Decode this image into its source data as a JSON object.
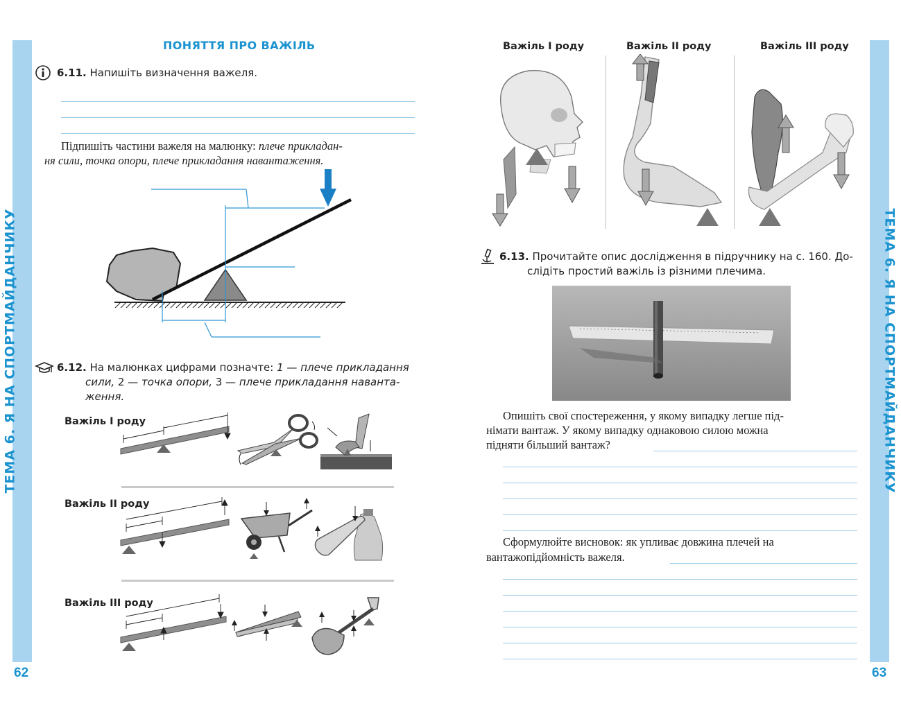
{
  "left_page": {
    "section_title": "ПОНЯТТЯ ПРО ВАЖІЛЬ",
    "side_tab": "ТЕМА 6. Я НА СПОРТМАЙДАНЧИКУ",
    "page_number": "62",
    "task_611": {
      "number": "6.11.",
      "text": "Напишіть визначення важеля."
    },
    "label_parts": {
      "line1_plain": "Підпишіть частини важеля на малюнку: ",
      "line1_italic": "плече прикладан-",
      "line2_italic": "ня сили, точка опори, плече прикладання навантаження."
    },
    "task_612": {
      "number": "6.12.",
      "line1_plain": "На малюнках цифрами позначте: ",
      "line1_italic": "1 — плече прикладання",
      "line2_italic_a": "сили, ",
      "line2_plain": "2 — ",
      "line2_italic_b": "точка опори, ",
      "line2_plain_b": "3 — ",
      "line2_italic_c": "плече прикладання наванта-",
      "line3_italic": "ження."
    },
    "lever_classes": [
      "Важіль І роду",
      "Важіль ІІ роду",
      "Важіль ІІІ роду"
    ]
  },
  "right_page": {
    "side_tab": "ТЕМА 6. Я НА СПОРТМАЙДАНЧИКУ",
    "page_number": "63",
    "body_levers": [
      "Важіль І роду",
      "Важіль ІІ роду",
      "Важіль ІІІ роду"
    ],
    "task_613": {
      "number": "6.13.",
      "line1": "Прочитайте опис дослідження в підручнику на с. 160. До-",
      "line2": "слідіть простий важіль із різними плечима."
    },
    "observations": {
      "line1": "Опишіть свої спостереження, у якому випадку легше під-",
      "line2": "німати вантаж. У якому випадку однаковою силою можна",
      "line3": "підняти більший вантаж?"
    },
    "conclusion": {
      "line1": "Сформулюйте висновок: як упливає довжина плечей на",
      "line2": "вантажопідйомність важеля."
    }
  },
  "colors": {
    "accent": "#1b93cf",
    "side_bar": "#a9d4f0",
    "write_line": "#9ccbe8",
    "arrow_blue": "#1b7fc6"
  }
}
